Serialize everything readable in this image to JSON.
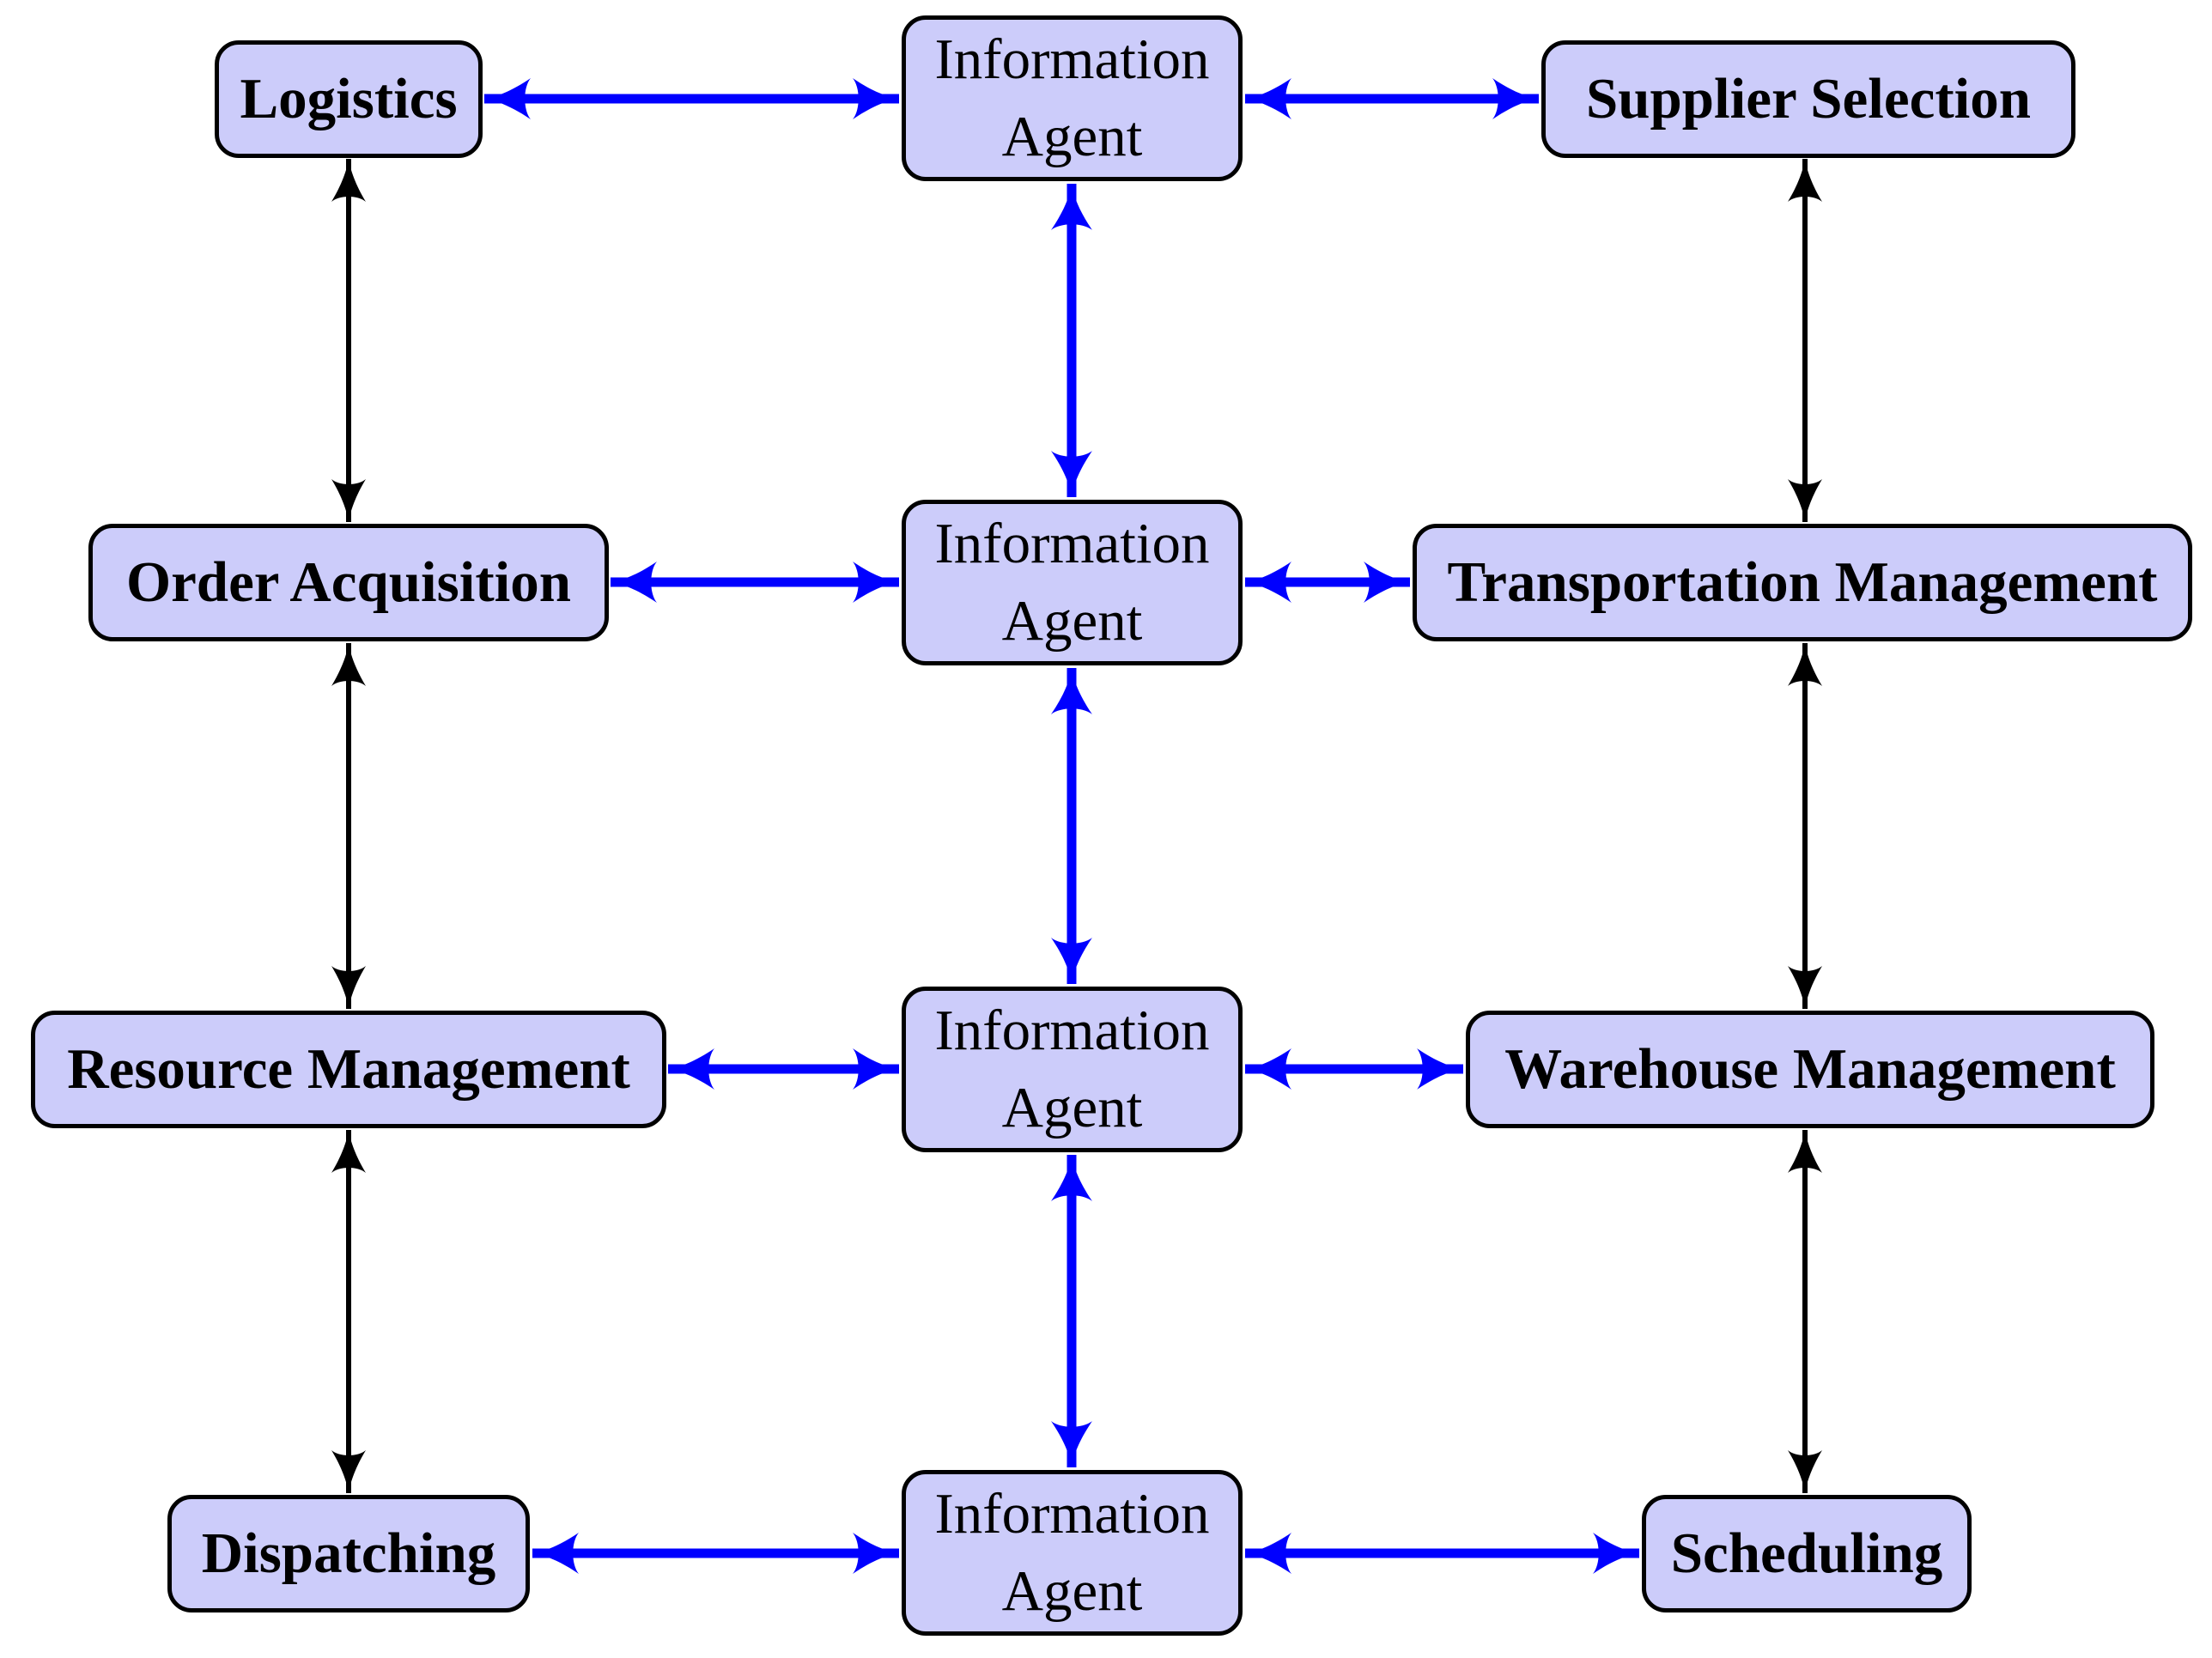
{
  "diagram": {
    "kind": "multi-agent logistics architecture",
    "arrow_style": "double-headed"
  },
  "nodes": {
    "logistics": {
      "label": "Logistics",
      "bold": true
    },
    "order_acquisition": {
      "label": "Order Acquisition",
      "bold": true
    },
    "resource_management": {
      "label": "Resource Management",
      "bold": true
    },
    "dispatching": {
      "label": "Dispatching",
      "bold": true
    },
    "information_agent_1": {
      "label": "Information Agent",
      "bold": false
    },
    "information_agent_2": {
      "label": "Information Agent",
      "bold": false
    },
    "information_agent_3": {
      "label": "Information Agent",
      "bold": false
    },
    "information_agent_4": {
      "label": "Information Agent",
      "bold": false
    },
    "supplier_selection": {
      "label": "Supplier Selection",
      "bold": true
    },
    "transportation_management": {
      "label": "Transportation Management",
      "bold": true
    },
    "warehouse_management": {
      "label": "Warehouse Management",
      "bold": true
    },
    "scheduling": {
      "label": "Scheduling",
      "bold": true
    }
  },
  "edges": {
    "bidirectional": true,
    "blue_agent_links": [
      [
        "logistics",
        "information_agent_1"
      ],
      [
        "information_agent_1",
        "supplier_selection"
      ],
      [
        "order_acquisition",
        "information_agent_2"
      ],
      [
        "information_agent_2",
        "transportation_management"
      ],
      [
        "resource_management",
        "information_agent_3"
      ],
      [
        "information_agent_3",
        "warehouse_management"
      ],
      [
        "dispatching",
        "information_agent_4"
      ],
      [
        "information_agent_4",
        "scheduling"
      ],
      [
        "information_agent_1",
        "information_agent_2"
      ],
      [
        "information_agent_2",
        "information_agent_3"
      ],
      [
        "information_agent_3",
        "information_agent_4"
      ]
    ],
    "black_module_links": [
      [
        "logistics",
        "order_acquisition"
      ],
      [
        "order_acquisition",
        "resource_management"
      ],
      [
        "resource_management",
        "dispatching"
      ],
      [
        "supplier_selection",
        "transportation_management"
      ],
      [
        "transportation_management",
        "warehouse_management"
      ],
      [
        "warehouse_management",
        "scheduling"
      ]
    ]
  },
  "colors": {
    "node_fill": "#ccccfa",
    "node_border": "#000000",
    "agent_link": "#0000ff",
    "module_link": "#000000",
    "text": "#000000",
    "background": "#ffffff"
  }
}
